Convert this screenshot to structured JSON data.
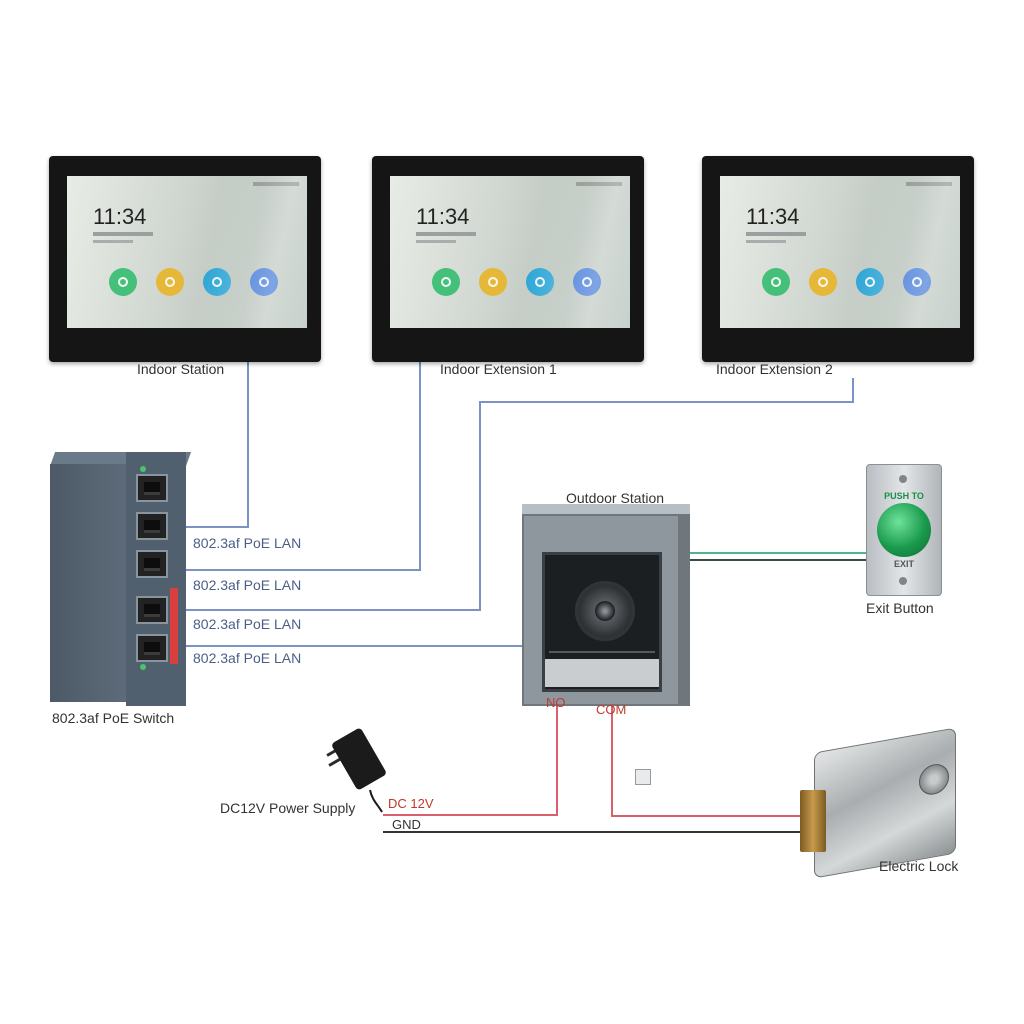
{
  "devices": {
    "indoor_station": {
      "label": "Indoor Station",
      "clock": "11:34"
    },
    "indoor_extension_1": {
      "label": "Indoor Extension 1",
      "clock": "11:34"
    },
    "indoor_extension_2": {
      "label": "Indoor Extension 2",
      "clock": "11:34"
    },
    "poe_switch": {
      "label": "802.3af PoE Switch"
    },
    "outdoor_station": {
      "label": "Outdoor Station"
    },
    "exit_button": {
      "label": "Exit Button",
      "face_top": "PUSH TO",
      "face_bottom": "EXIT"
    },
    "power_supply": {
      "label": "DC12V Power Supply"
    },
    "electric_lock": {
      "label": "Electric Lock"
    }
  },
  "connections": {
    "lan_labels": [
      "802.3af PoE LAN",
      "802.3af PoE LAN",
      "802.3af PoE LAN",
      "802.3af PoE LAN"
    ],
    "relay": {
      "no": "NO",
      "com": "COM"
    },
    "power": {
      "dc": "DC 12V",
      "gnd": "GND"
    }
  },
  "colors": {
    "lan_wire": "#7b93c4",
    "power_wire": "#d9606a",
    "ground_wire": "#333333",
    "exit_wire": "#4fb58a",
    "app_icons": [
      "#45c07a",
      "#e6b83a",
      "#2ea6d6",
      "#3b74d6"
    ]
  }
}
